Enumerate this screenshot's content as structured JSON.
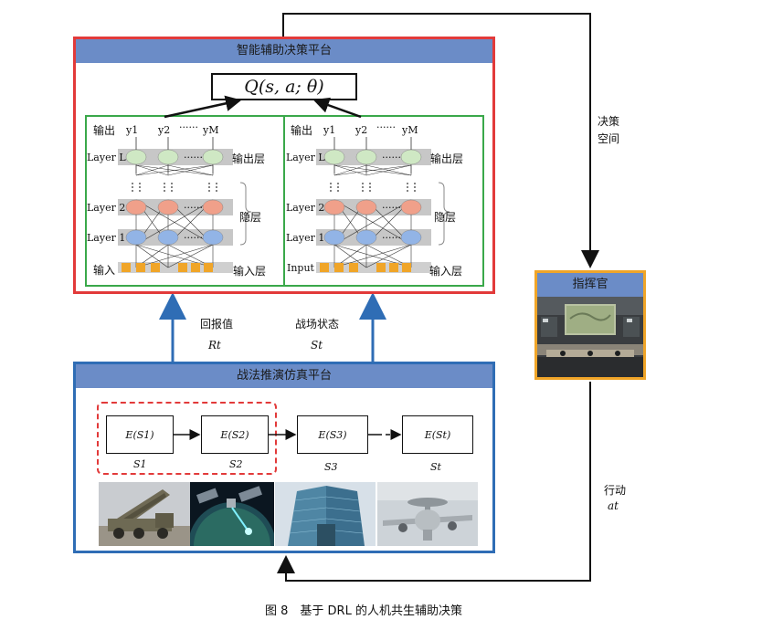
{
  "top_platform": {
    "title": "智能辅助决策平台",
    "q_function": "Q(s, a; θ)"
  },
  "network": {
    "left": {
      "output_label": "输出",
      "y_labels": [
        "y1",
        "y2",
        "yM"
      ],
      "dots": "······",
      "layer_labels": [
        "Layer L",
        "Layer 2",
        "Layer 1"
      ],
      "input_label": "输入",
      "output_layer": "输出层",
      "hidden_layer": "隐层",
      "input_layer": "输入层"
    },
    "right": {
      "output_label": "输出",
      "y_labels": [
        "y1",
        "y2",
        "yM"
      ],
      "dots": "······",
      "layer_labels": [
        "Layer L",
        "Layer 2",
        "Layer 1"
      ],
      "input_label": "Input",
      "output_layer": "输出层",
      "hidden_layer": "隐层",
      "input_layer": "输入层"
    }
  },
  "arrows": {
    "reward_cn": "回报值",
    "reward_sym": "Rt",
    "state_cn": "战场状态",
    "state_sym": "St"
  },
  "commander": {
    "title": "指挥官"
  },
  "decision_space": {
    "line1": "决策",
    "line2": "空间"
  },
  "action": {
    "line1": "行动",
    "line2": "at"
  },
  "sim_platform": {
    "title": "战法推演仿真平台",
    "states": [
      {
        "box": "E(S1)",
        "label": "S1"
      },
      {
        "box": "E(S2)",
        "label": "S2"
      },
      {
        "box": "E(S3)",
        "label": "S3"
      },
      {
        "box": "E(St)",
        "label": "St"
      }
    ],
    "images": [
      "rocket-launcher",
      "satellite",
      "building",
      "awacs-aircraft"
    ]
  },
  "caption": "图 8　基于 DRL 的人机共生辅助决策",
  "colors": {
    "red": "#e23a3a",
    "blue": "#2f6db5",
    "green": "#3aa84a",
    "orange": "#f0a528",
    "title_bar": "#6b8cc7"
  }
}
